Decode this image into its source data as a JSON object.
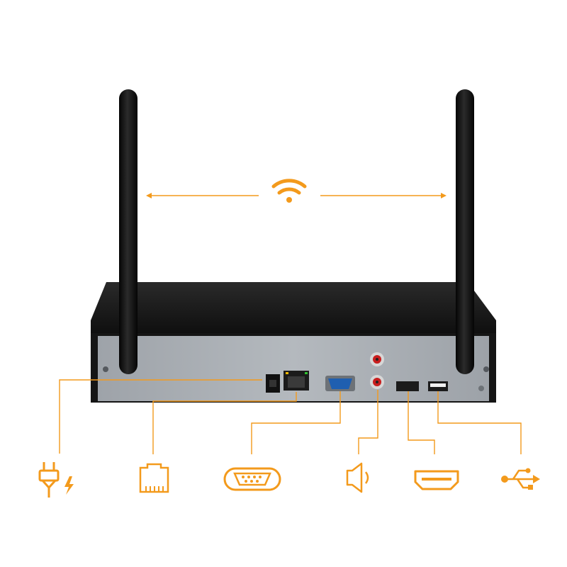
{
  "product": {
    "name": "",
    "chassis_color": "#1a1a1a",
    "panel_color": "#a8adb3",
    "antenna_color": "#111111"
  },
  "accent_color": "#f39a1c",
  "wireless": {
    "icon": "wifi-icon"
  },
  "ports": [
    {
      "id": "power",
      "icon": "power-plug-icon"
    },
    {
      "id": "lan",
      "icon": "ethernet-port-icon"
    },
    {
      "id": "vga",
      "icon": "vga-port-icon"
    },
    {
      "id": "audio",
      "icon": "speaker-icon"
    },
    {
      "id": "hdmi",
      "icon": "hdmi-port-icon"
    },
    {
      "id": "usb",
      "icon": "usb-icon"
    }
  ]
}
